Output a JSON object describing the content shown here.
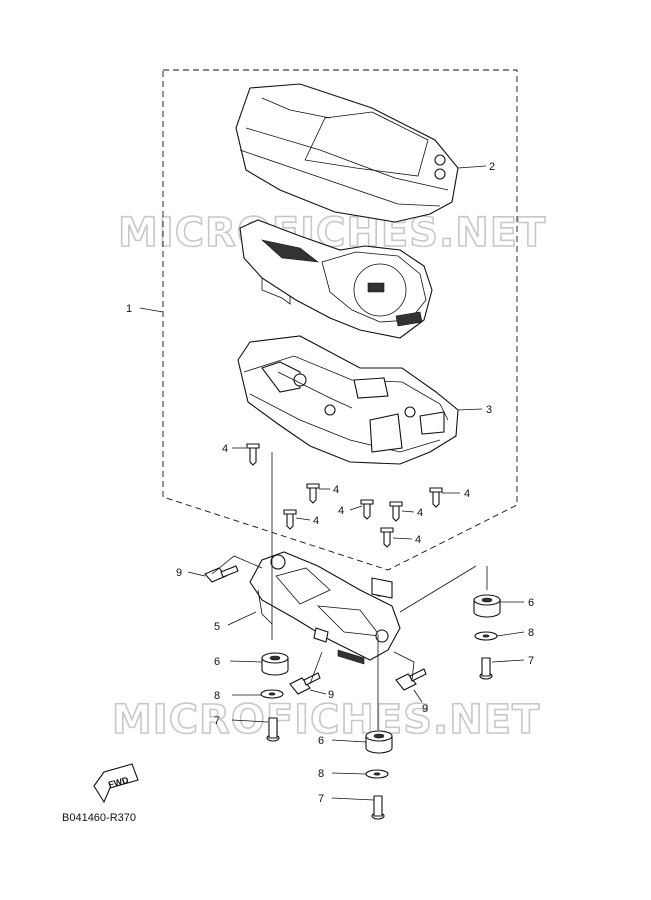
{
  "watermark": "MICROFICHES.NET",
  "diagram_code": "B041460-R370",
  "fwd_label": "FWD",
  "callouts": {
    "c1": "1",
    "c2": "2",
    "c3": "3",
    "c4a": "4",
    "c4b": "4",
    "c4c": "4",
    "c4d": "4",
    "c4e": "4",
    "c4f": "4",
    "c4g": "4",
    "c5": "5",
    "c6a": "6",
    "c6b": "6",
    "c6c": "6",
    "c7a": "7",
    "c7b": "7",
    "c7c": "7",
    "c8a": "8",
    "c8b": "8",
    "c8c": "8",
    "c9a": "9",
    "c9b": "9",
    "c9c": "9"
  }
}
